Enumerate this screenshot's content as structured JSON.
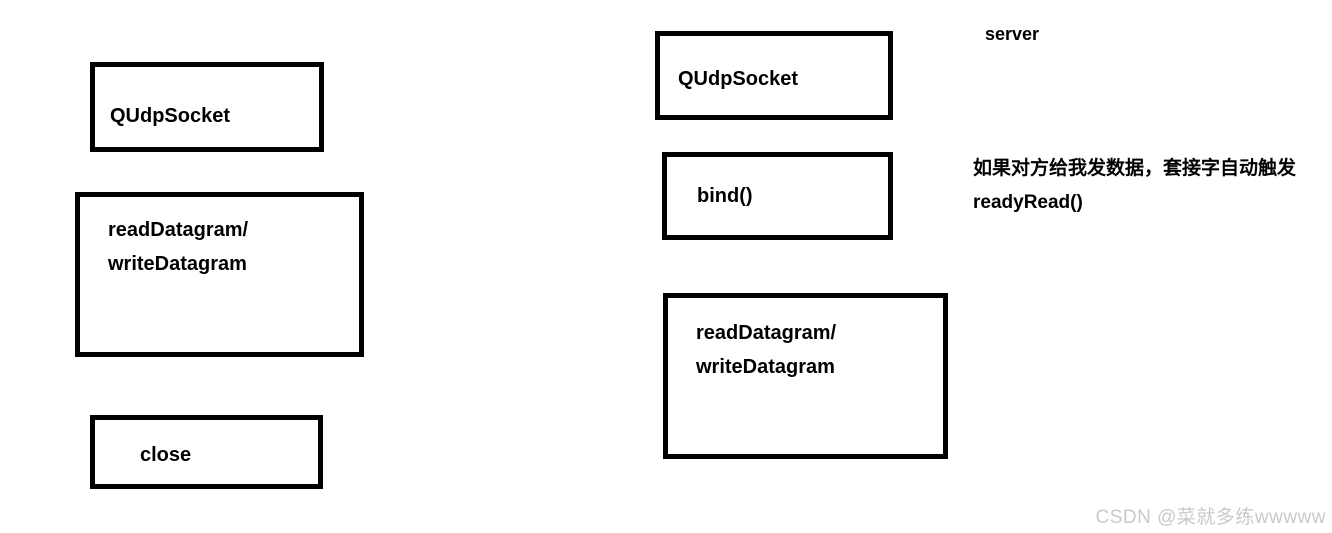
{
  "canvas": {
    "background_color": "#ffffff",
    "box_border_color": "#000000",
    "text_color": "#000000",
    "watermark_color": "#c9c9c9"
  },
  "left_column": {
    "qudpsocket_box": {
      "label": "QUdpSocket"
    },
    "datagram_box": {
      "line1": "readDatagram/",
      "line2": "writeDatagram"
    },
    "close_box": {
      "label": "close"
    }
  },
  "right_column": {
    "qudpsocket_box": {
      "label": "QUdpSocket"
    },
    "bind_box": {
      "label": "bind()"
    },
    "datagram_box": {
      "line1": "readDatagram/",
      "line2": "writeDatagram"
    }
  },
  "annotations": {
    "server_label": "server",
    "note_line1": "如果对方给我发数据，套接字自动触发",
    "note_line2": "readyRead()",
    "watermark": "CSDN @菜就多练wwwww"
  }
}
